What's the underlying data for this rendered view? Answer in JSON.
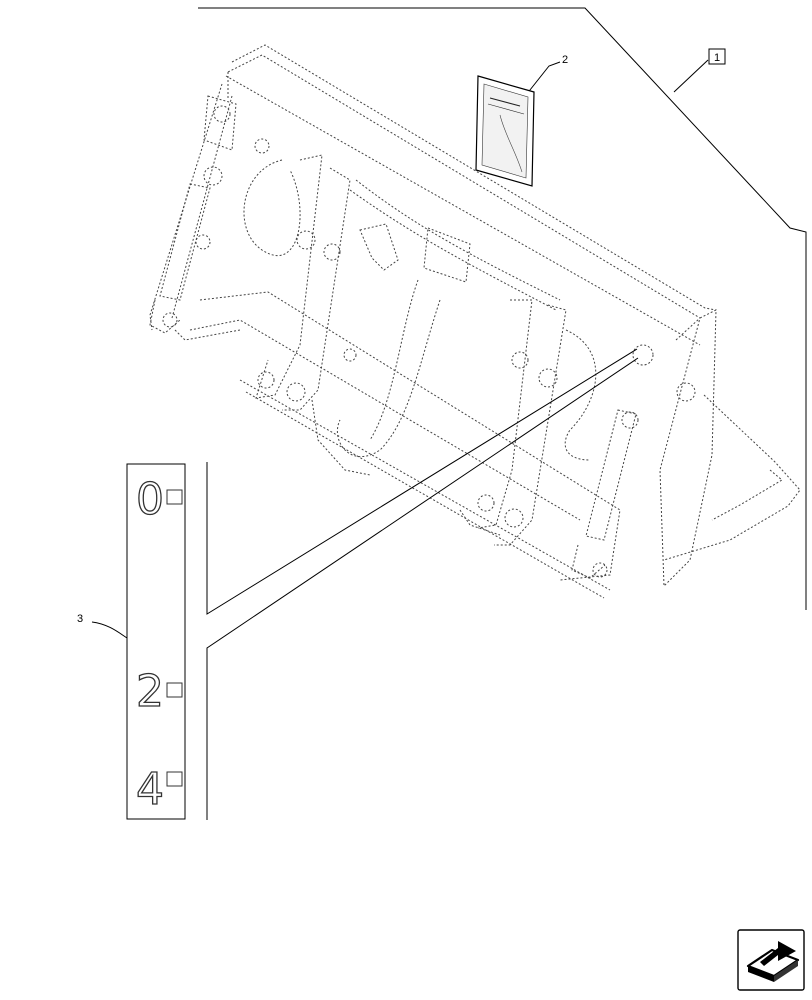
{
  "callouts": {
    "item1": "1",
    "item2": "2",
    "item3": "3"
  },
  "decal": {
    "marks": [
      "0",
      "2",
      "4"
    ]
  },
  "icons": {
    "nav": "next-page-arrow-icon"
  }
}
